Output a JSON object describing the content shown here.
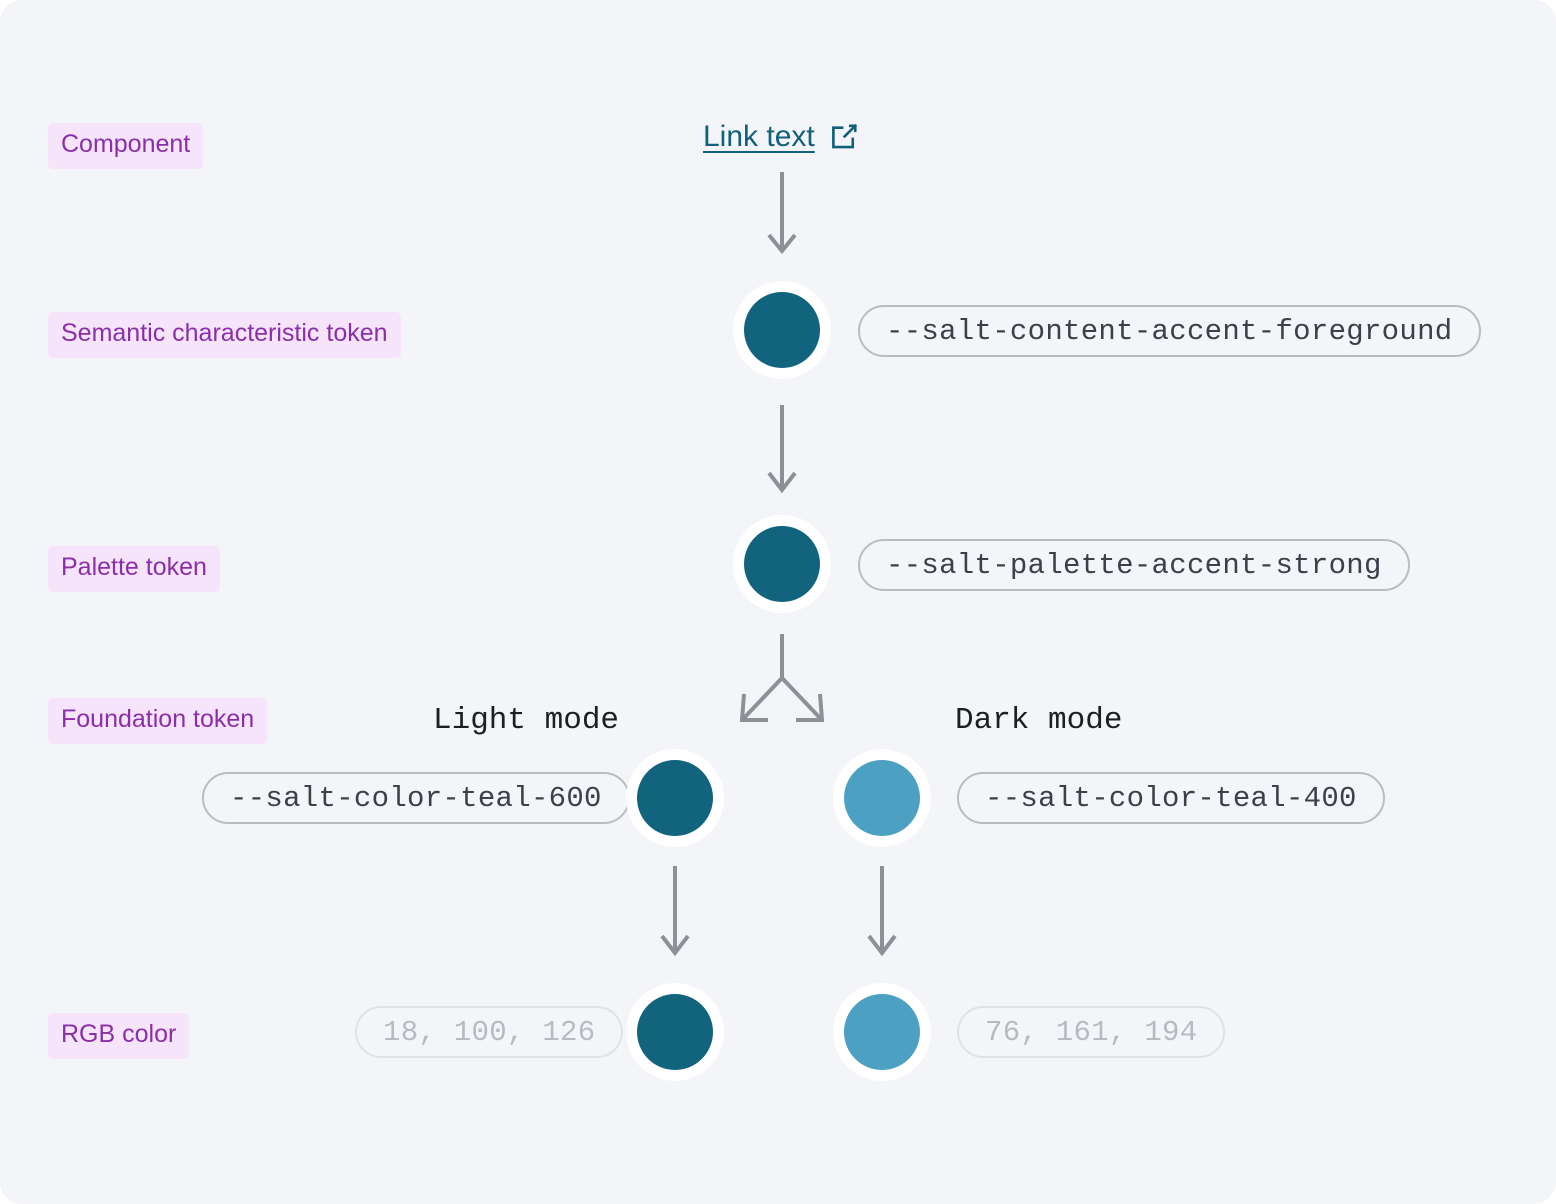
{
  "theme": {
    "background": "#f4f5f8",
    "chip_bg": "#f6e4fb",
    "chip_text": "#8b2fa8",
    "pill_border": "#b9bcc2",
    "pill_text": "#3b4049",
    "pill_muted_border": "#dfe2e7",
    "pill_muted_text": "#b6bac1",
    "arrow": "#8d9096",
    "link_color": "#11607c",
    "swatch_ring": "#ffffff",
    "teal_600": "#12647e",
    "teal_400": "#4ca1c2"
  },
  "rows": {
    "component": "Component",
    "semantic": "Semantic characteristic token",
    "palette": "Palette token",
    "foundation": "Foundation token",
    "rgb": "RGB color"
  },
  "component": {
    "link_label": "Link text",
    "link_icon": "external-link-icon"
  },
  "tokens": {
    "semantic": "--salt-content-accent-foreground",
    "palette": "--salt-palette-accent-strong",
    "foundation_light": "--salt-color-teal-600",
    "foundation_dark": "--salt-color-teal-400"
  },
  "modes": {
    "light": "Light mode",
    "dark": "Dark mode"
  },
  "rgb_values": {
    "light": "18, 100, 126",
    "dark": "76, 161, 194"
  },
  "swatch_colors": {
    "semantic": "#12647e",
    "palette": "#12647e",
    "foundation_light": "#12647e",
    "foundation_dark": "#4ca1c2",
    "rgb_light": "#12647e",
    "rgb_dark": "#4ca1c2"
  }
}
